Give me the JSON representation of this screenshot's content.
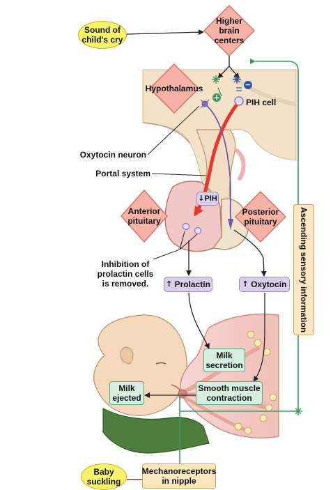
{
  "nodes": {
    "sound": "Sound of\nchild's cry",
    "higher_brain": "Higher\nbrain\ncenters",
    "hypothalamus": "Hypothalamus",
    "pih_cell": "PIH cell",
    "oxytocin_neuron": "Oxytocin neuron",
    "portal_system": "Portal system",
    "pih": "PIH",
    "anterior_pituitary": "Anterior\npituitary",
    "posterior_pituitary": "Posterior\npituitary",
    "inhibition": "Inhibition of\nprolactin cells\nis removed.",
    "prolactin": "Prolactin",
    "oxytocin": "Oxytocin",
    "ascending": "Ascending sensory information",
    "milk_secretion": "Milk\nsecretion",
    "smooth_muscle": "Smooth muscle\ncontraction",
    "milk_ejected": "Milk\nejected",
    "baby_suckling": "Baby\nsuckling",
    "mechanoreceptors": "Mechanoreceptors\nin nipple"
  },
  "symbols": {
    "plus": "+",
    "minus": "−",
    "down_arrow": "↓",
    "up_arrow": "↑"
  },
  "colors": {
    "diamond_fill": "#f6b2a6",
    "diamond_stroke": "#d9736a",
    "sensory_green": "#3e9a5f",
    "stimulus_yellow": "#f6f36a",
    "hormone_purple": "#d9cfe9",
    "response_green": "#d6efe1",
    "receptor_peach": "#fbe6c2",
    "pih_red": "#e8362c",
    "brain_tissue": "#f3e2c8",
    "pituitary_pink": "#f2c7c8"
  }
}
